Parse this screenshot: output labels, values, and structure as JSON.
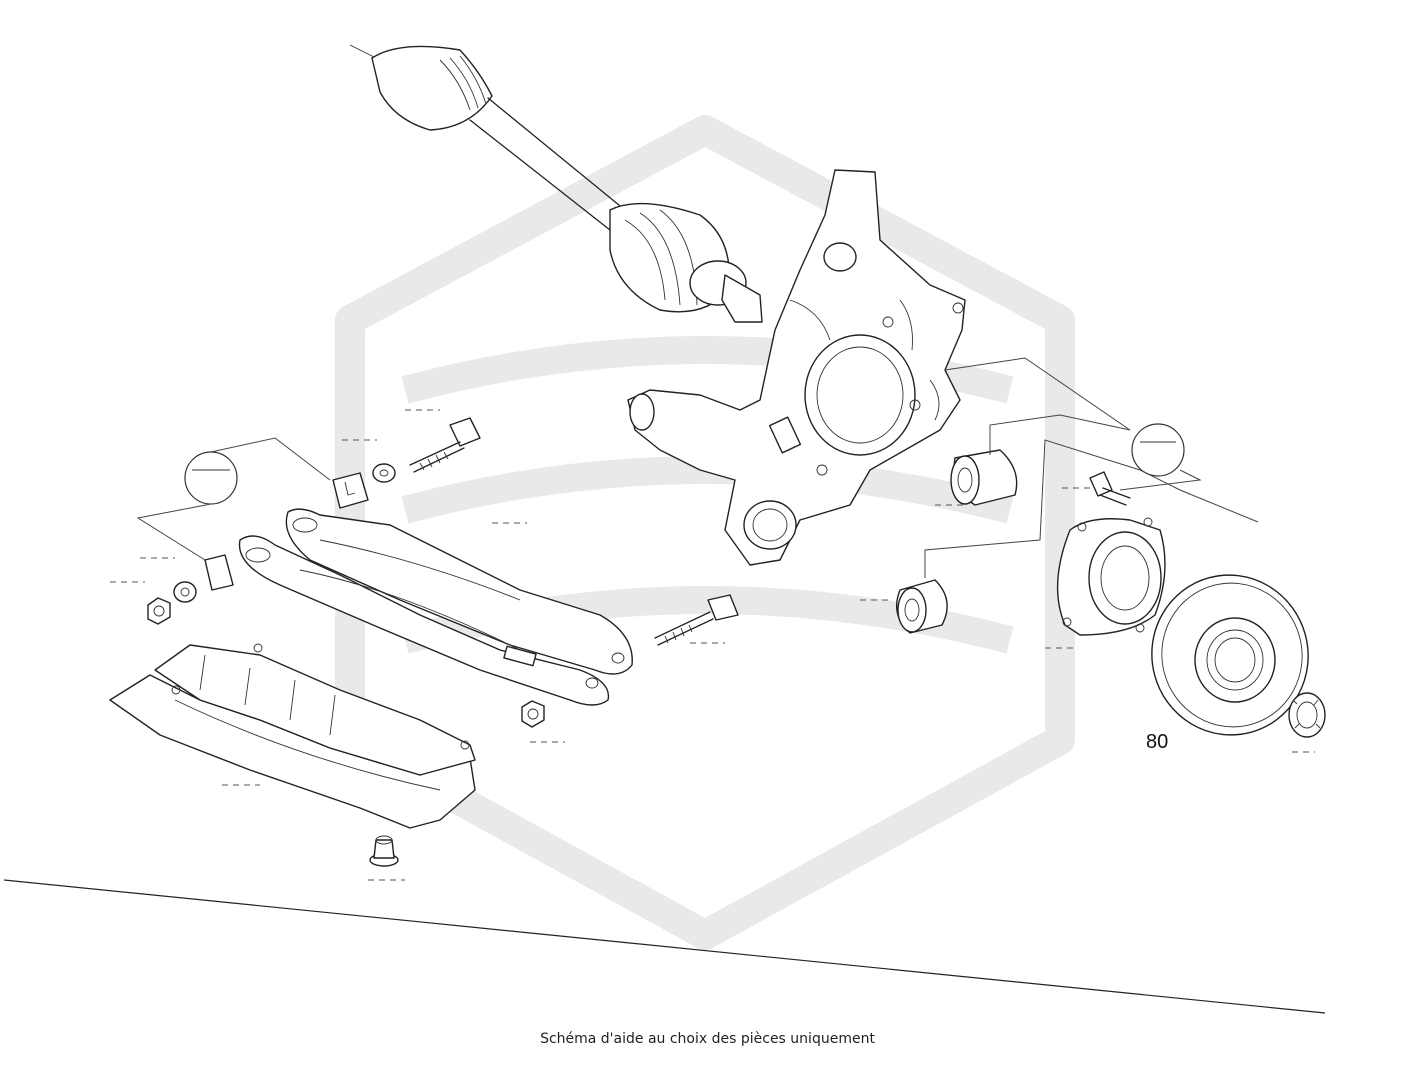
{
  "diagram": {
    "caption": "Schéma d'aide au choix des pièces uniquement",
    "part_labels": [
      {
        "id": "brake-disc",
        "text": "80"
      }
    ],
    "watermark_color": "#e8e8e8",
    "line_color": "#222222"
  }
}
